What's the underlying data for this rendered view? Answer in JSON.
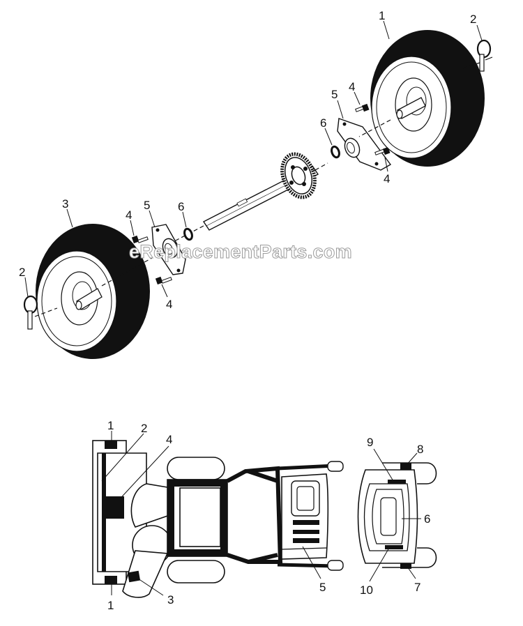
{
  "watermark": "eReplacementParts.com",
  "top_callouts": [
    "1",
    "2",
    "3",
    "2",
    "4",
    "5",
    "6",
    "4",
    "5",
    "6",
    "4",
    "4"
  ],
  "bottom_callouts": [
    "1",
    "2",
    "4",
    "1",
    "3",
    "9",
    "8",
    "6",
    "5",
    "10",
    "7"
  ]
}
